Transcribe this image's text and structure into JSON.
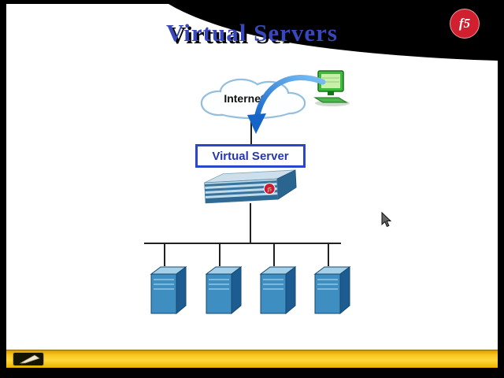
{
  "slide": {
    "title": "Virtual Servers",
    "logo": {
      "text": "f5"
    },
    "diagram": {
      "internet_label": "Internet",
      "virtual_server_label": "Virtual Server",
      "server_count": 4
    }
  },
  "icons": {
    "f5_logo": "red circle with italic f5 script",
    "client_computer": "green desktop workstation",
    "traffic_arrow": "blue curved arrow into virtual server",
    "mouse_cursor": "arrow pointer",
    "pen_tool": "annotation pencil button"
  },
  "colors": {
    "title_blue": "#3847bb",
    "virtual_server_border": "#2b46c8",
    "arrow_blue": "#1f78d4",
    "server_front": "#3e8ec2",
    "server_top": "#a6cfe8",
    "server_side": "#1d5c90",
    "taskbar_yellow": "#ffd83a",
    "logo_red": "#d01f2f"
  }
}
